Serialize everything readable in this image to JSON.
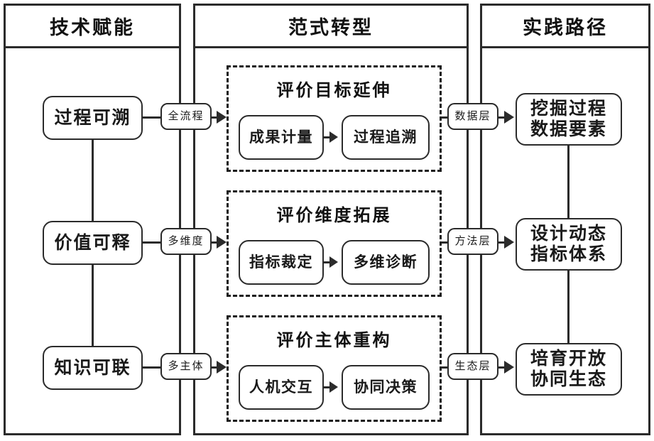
{
  "diagram": {
    "columns": [
      {
        "id": "tech",
        "title": "技术赋能"
      },
      {
        "id": "paradigm",
        "title": "范式转型"
      },
      {
        "id": "practice",
        "title": "实践路径"
      }
    ],
    "left_nodes": [
      {
        "label": "过程可溯"
      },
      {
        "label": "价值可释"
      },
      {
        "label": "知识可联"
      }
    ],
    "left_connector_labels": [
      {
        "label": "全流程"
      },
      {
        "label": "多维度"
      },
      {
        "label": "多主体"
      }
    ],
    "groups": [
      {
        "title": "评价目标延伸",
        "steps": [
          {
            "label": "成果计量"
          },
          {
            "label": "过程追溯"
          }
        ]
      },
      {
        "title": "评价维度拓展",
        "steps": [
          {
            "label": "指标裁定"
          },
          {
            "label": "多维诊断"
          }
        ]
      },
      {
        "title": "评价主体重构",
        "steps": [
          {
            "label": "人机交互"
          },
          {
            "label": "协同决策"
          }
        ]
      }
    ],
    "right_connector_labels": [
      {
        "label": "数据层"
      },
      {
        "label": "方法层"
      },
      {
        "label": "生态层"
      }
    ],
    "right_nodes": [
      {
        "line1": "挖掘过程",
        "line2": "数据要素"
      },
      {
        "line1": "设计动态",
        "line2": "指标体系"
      },
      {
        "line1": "培育开放",
        "line2": "协同生态"
      }
    ],
    "colors": {
      "stroke": "#2b2b2b",
      "dashed_stroke": "#1d1d1d",
      "text": "#111111",
      "background": "#ffffff"
    }
  }
}
